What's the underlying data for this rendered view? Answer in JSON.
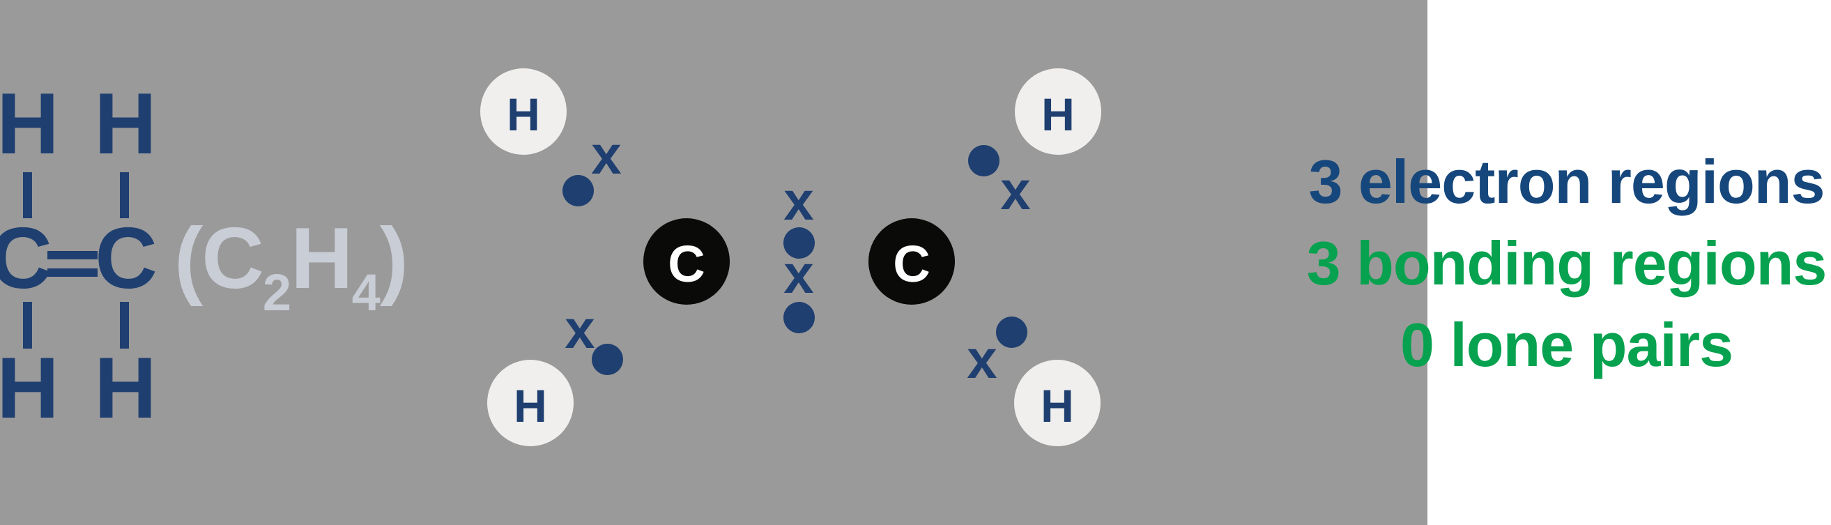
{
  "colors": {
    "bg_gray": "#9b9a9a",
    "panel_white": "#ffffff",
    "navy": "#1e3f70",
    "text_navy": "#16477c",
    "green": "#07a24f",
    "formula_gray": "#c9cdd6",
    "h_atom_fill": "#f0efed",
    "c_atom_fill": "#0a0a08",
    "c_atom_text": "#ffffff"
  },
  "structural_formula": {
    "top_hydrogens": [
      "H",
      "H"
    ],
    "carbons": [
      "C",
      "C"
    ],
    "bottom_hydrogens": [
      "H",
      "H"
    ],
    "molecular_formula": {
      "open_paren": "(",
      "carbon": "C",
      "carbon_subscript": "2",
      "hydrogen": "H",
      "hydrogen_subscript": "4",
      "close_paren": ")"
    }
  },
  "dot_cross_diagram": {
    "hydrogen_label": "H",
    "carbon_label": "C",
    "cross_symbol": "x"
  },
  "annotations": {
    "electron_regions": "3 electron regions",
    "bonding_regions": "3 bonding regions",
    "lone_pairs": "0 lone pairs"
  }
}
